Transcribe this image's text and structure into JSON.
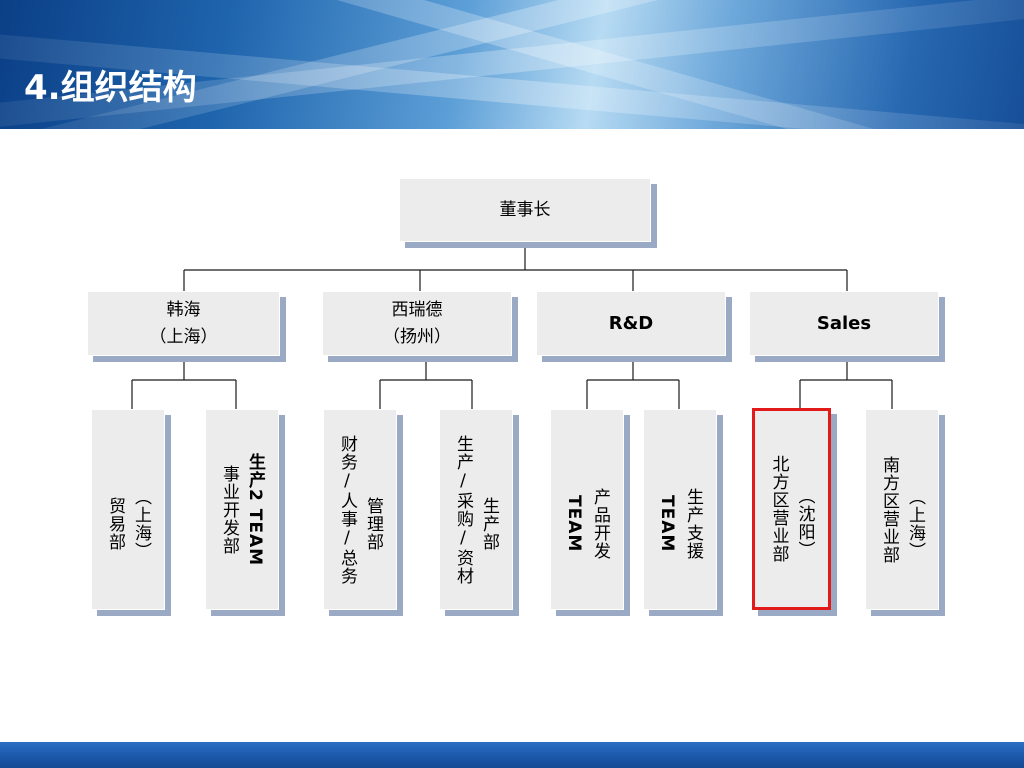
{
  "header": {
    "title": "4.组织结构"
  },
  "org_chart": {
    "root": {
      "label": "董事长"
    },
    "departments": [
      {
        "lines": [
          "韩海",
          "（上海）"
        ],
        "children": [
          {
            "columns": [
              "（上海）",
              "贸易部"
            ]
          },
          {
            "columns": [
              "生产2 TEAM",
              "事业开发部"
            ]
          }
        ]
      },
      {
        "lines": [
          "西瑞德",
          "（扬州）"
        ],
        "children": [
          {
            "columns": [
              "管理部",
              "财务/人事/总务"
            ]
          },
          {
            "columns": [
              "生产部",
              "生产/采购/资材"
            ]
          }
        ]
      },
      {
        "lines": [
          "R&D"
        ],
        "children": [
          {
            "columns": [
              "产品开发",
              "TEAM"
            ]
          },
          {
            "columns": [
              "生产支援",
              "TEAM"
            ]
          }
        ]
      },
      {
        "lines": [
          "Sales"
        ],
        "children": [
          {
            "columns": [
              "（沈阳）",
              "北方区营业部"
            ],
            "highlighted": true
          },
          {
            "columns": [
              "（上海）",
              "南方区营业部"
            ]
          }
        ]
      }
    ]
  }
}
